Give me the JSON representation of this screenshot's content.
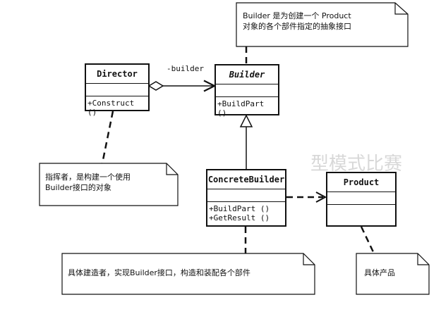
{
  "classes": {
    "director": {
      "name": "Director",
      "operations": [
        "+Construct ()"
      ]
    },
    "builder": {
      "name": "Builder",
      "operations": [
        "+BuildPart ()"
      ]
    },
    "concrete_builder": {
      "name": "ConcreteBuilder",
      "operations": [
        "+BuildPart ()",
        "+GetResult ()"
      ]
    },
    "product": {
      "name": "Product",
      "operations": []
    }
  },
  "association": {
    "label": "-builder"
  },
  "notes": {
    "builder_note": [
      "Builder 是为创建一个 Product",
      "对象的各个部件指定的抽象接口"
    ],
    "director_note": [
      "指挥者，是构建一个使用",
      "Builder接口的对象"
    ],
    "concrete_note": [
      "具体建造者，实现Builder接口，构造和装配各个部件"
    ],
    "product_note": [
      "具体产品"
    ]
  },
  "background_text": {
    "heading": "型模式比赛"
  }
}
